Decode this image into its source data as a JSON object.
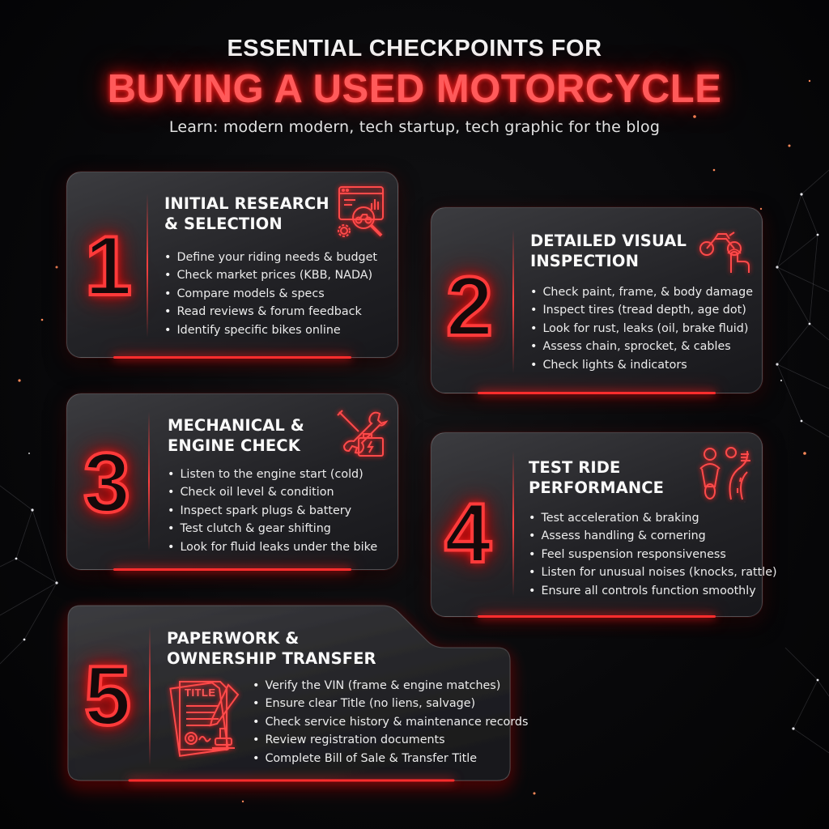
{
  "header": {
    "pretitle": "ESSENTIAL CHECKPOINTS FOR",
    "title": "BUYING A USED MOTORCYCLE",
    "subtitle": "Learn: modern modern, tech startup, tech graphic for the blog"
  },
  "colors": {
    "accent": "#ff3a3a",
    "background": "#050506",
    "card": "#2e2e32",
    "text": "#ececec"
  },
  "steps": [
    {
      "number": "1",
      "title_line1": "INITIAL RESEARCH",
      "title_line2": "& SELECTION",
      "icon": "research-magnifier-icon",
      "items": [
        "Define your riding needs & budget",
        "Check market prices (KBB, NADA)",
        "Compare models & specs",
        "Read reviews & forum feedback",
        "Identify specific bikes online"
      ]
    },
    {
      "number": "2",
      "title_line1": "DETAILED VISUAL",
      "title_line2": "INSPECTION",
      "icon": "motorcycle-touch-icon",
      "items": [
        "Check paint, frame, & body damage",
        "Inspect tires (tread depth, age dot)",
        "Look for rust, leaks (oil, brake fluid)",
        "Assess chain, sprocket, & cables",
        "Check lights & indicators"
      ]
    },
    {
      "number": "3",
      "title_line1": "MECHANICAL &",
      "title_line2": "ENGINE CHECK",
      "icon": "wrench-engine-icon",
      "items": [
        "Listen to the engine start (cold)",
        "Check oil level & condition",
        "Inspect spark plugs & battery",
        "Test clutch & gear shifting",
        "Look for fluid leaks under the bike"
      ]
    },
    {
      "number": "4",
      "title_line1": "TEST RIDE",
      "title_line2": "PERFORMANCE",
      "icon": "rider-road-icon",
      "items": [
        "Test acceleration & braking",
        "Assess handling & cornering",
        "Feel suspension responsiveness",
        "Listen for unusual noises (knocks, rattle)",
        "Ensure all controls function smoothly"
      ]
    },
    {
      "number": "5",
      "title_line1": "PAPERWORK &",
      "title_line2": "OWNERSHIP TRANSFER",
      "icon": "title-document-icon",
      "icon_label": "TITLE",
      "items": [
        "Verify the VIN (frame & engine matches)",
        "Ensure clear Title (no liens, salvage)",
        "Check service history & maintenance records",
        "Review registration documents",
        "Complete Bill of Sale & Transfer Title"
      ]
    }
  ]
}
